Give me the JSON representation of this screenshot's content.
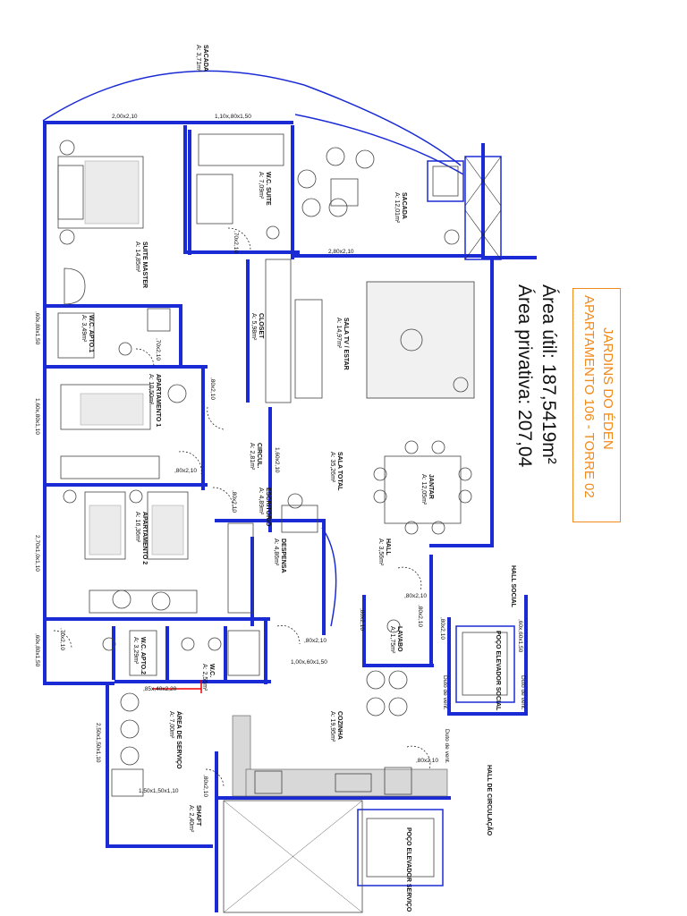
{
  "project": {
    "name": "JARDINS DO ÉDEN",
    "unit": "APARTAMENTO 106 - TORRE 02",
    "area_util": "Área útil: 187,5419m²",
    "area_privativa": "Área privativa: 207,04"
  },
  "rooms": [
    {
      "id": "sacada_top",
      "name": "SACADA",
      "area": "A: 3,71m²"
    },
    {
      "id": "sacada",
      "name": "SACADA",
      "area": "A: 12,01m²"
    },
    {
      "id": "suite_master",
      "name": "SUITE MASTER",
      "area": "A: 14,85m²"
    },
    {
      "id": "wc_suite",
      "name": "W.C. SUITE",
      "area": "A: 7,09m²"
    },
    {
      "id": "closet",
      "name": "CLOSET",
      "area": "A: 5,98m²"
    },
    {
      "id": "wc_apto1",
      "name": "W.C. APTO.1",
      "area": "A: 3,49m²"
    },
    {
      "id": "apartamento1",
      "name": "APARTAMENTO 1",
      "area": "A: 10,50m²"
    },
    {
      "id": "sala_tv",
      "name": "SALA TV / ESTAR",
      "area": "A: 14,97m²"
    },
    {
      "id": "jantar",
      "name": "JANTAR",
      "area": "A: 12,05m²"
    },
    {
      "id": "sala_total",
      "name": "SALA TOTAL",
      "area": "A: 35,26m²"
    },
    {
      "id": "circul",
      "name": "CIRCUL.",
      "area": "A: 2,81m²"
    },
    {
      "id": "escritorio",
      "name": "ESCRITORIO",
      "area": "A: 4,89m²"
    },
    {
      "id": "apartamento2",
      "name": "APARTAMENTO 2",
      "area": "A: 16,36m²"
    },
    {
      "id": "despensa",
      "name": "DESPENSA",
      "area": "A: 4,86m²"
    },
    {
      "id": "hall",
      "name": "HALL",
      "area": "A: 3,56m²"
    },
    {
      "id": "hall_social",
      "name": "HALL SOCIAL",
      "area": ""
    },
    {
      "id": "lavabo",
      "name": "LAVABO",
      "area": "A: 1,75m²"
    },
    {
      "id": "poco_social",
      "name": "POÇO ELEVADOR SOCIAL",
      "area": ""
    },
    {
      "id": "wc_apto2",
      "name": "W.C. APTO.2",
      "area": "A: 3,29m²"
    },
    {
      "id": "wc",
      "name": "W.C.",
      "area": "A: 2,56m²"
    },
    {
      "id": "cozinha",
      "name": "COZINHA",
      "area": "A: 19,95m²"
    },
    {
      "id": "area_servico",
      "name": "ÁREA DE SERVIÇO",
      "area": "A: 7,00m²"
    },
    {
      "id": "shaft",
      "name": "SHAFT",
      "area": "A: 2,40m²"
    },
    {
      "id": "hall_circulacao",
      "name": "HALL DE CIRCULAÇÃO",
      "area": ""
    },
    {
      "id": "poco_servico",
      "name": "POÇO ELEVADOR SERVIÇO",
      "area": ""
    }
  ],
  "dimensions": [
    {
      "id": "d1",
      "text": "2,00x2,10"
    },
    {
      "id": "d2",
      "text": "1,10x,80x1,50"
    },
    {
      "id": "d3",
      "text": "2,80x2,10"
    },
    {
      "id": "d4",
      "text": ",70x2,10"
    },
    {
      "id": "d5",
      "text": ",60x,80x1,50"
    },
    {
      "id": "d6",
      "text": ",70x2,10"
    },
    {
      "id": "d7",
      "text": ",80x2,10"
    },
    {
      "id": "d8",
      "text": "1,60x,80x1,10"
    },
    {
      "id": "d9",
      "text": ",80x2,10"
    },
    {
      "id": "d10",
      "text": "1,60x2,10"
    },
    {
      "id": "d11",
      "text": ",80x2,10"
    },
    {
      "id": "d12",
      "text": "2,70x1,0x1,10"
    },
    {
      "id": "d13",
      "text": ",80x2,10"
    },
    {
      "id": "d14",
      "text": ",60x,80x1,50"
    },
    {
      "id": "d15",
      "text": ",70x2,10"
    },
    {
      "id": "d16",
      "text": ",85x,40x2,20"
    },
    {
      "id": "d17",
      "text": ",80x2,10"
    },
    {
      "id": "d18",
      "text": "1,00x,60x1,50"
    },
    {
      "id": "d19",
      "text": ",80x2,10"
    },
    {
      "id": "d20",
      "text": ",80x2,10"
    },
    {
      "id": "d21",
      "text": ",80x2,10"
    },
    {
      "id": "d22",
      "text": ",60x,60x1,50"
    },
    {
      "id": "d23",
      "text": "2,50x1,50x1,10"
    },
    {
      "id": "d24",
      "text": "1,50x1,50x1,10"
    },
    {
      "id": "d25",
      "text": ",80x2,10"
    },
    {
      "id": "d26",
      "text": ",80x2,10"
    }
  ],
  "notes": [
    {
      "id": "n1",
      "text": "Duto de vent."
    },
    {
      "id": "n2",
      "text": "Duto de vent."
    },
    {
      "id": "n3",
      "text": "Duto de vent."
    }
  ]
}
